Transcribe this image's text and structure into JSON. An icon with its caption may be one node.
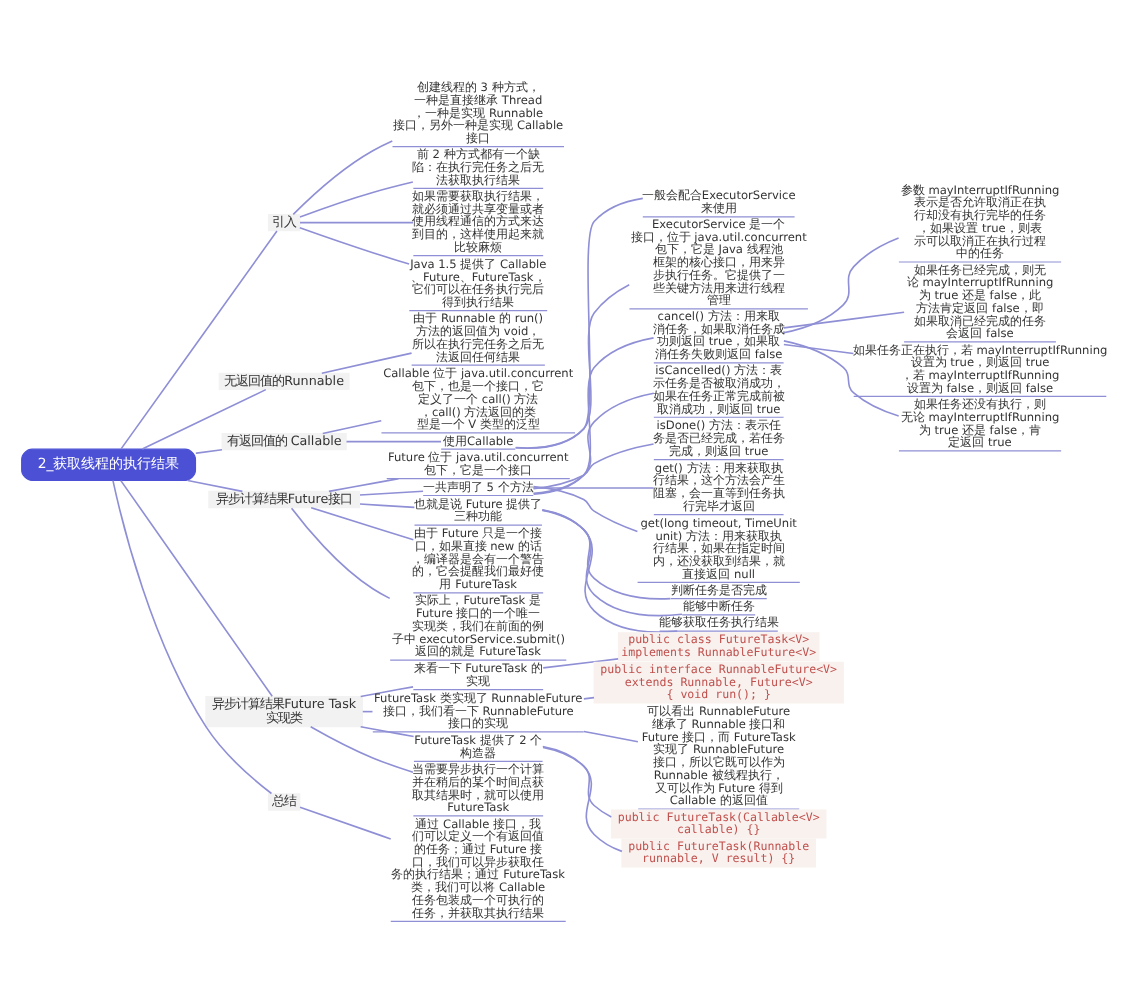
{
  "diagram": {
    "nodes": [
      {
        "text": [
          "2_获取线程的执行结果"
        ]
      },
      {
        "text": [
          "引入"
        ]
      },
      {
        "text": [
          "创建线程的 3 种方式，一种是直接继承 Thread，一种是实现 Runnable 接口，另外一种是实现 Callable 接口"
        ]
      },
      {
        "text": [
          "前 2 种方式都有一个缺陷：在执行完任务之后无法获取执行结果"
        ]
      },
      {
        "text": [
          "如果需要获取执行结果，就必须通过共享变量或者使用线程通信的方式来达到目的，这样使用起来就比较麻烦"
        ]
      },
      {
        "text": [
          "Java 1.5 提供了 Callable、Future、FutureTask，它们可以在任务执行完后得到执行结果"
        ]
      },
      {
        "text": [
          "无返回值的Runnable"
        ]
      },
      {
        "text": [
          "由于 Runnable 的 run() 方法的返回值为 void，所以在执行完任务之后无法返回任何结果"
        ]
      },
      {
        "text": [
          "有返回值的 Callable"
        ]
      },
      {
        "text": [
          "Callable 位于 java.util.concurrent 包下，也是一个接口，它定义了一个 call() 方法，call() 方法返回的类型是一个 V 类型的泛型"
        ]
      },
      {
        "text": [
          "使用Callable"
        ]
      },
      {
        "text": [
          "一般会配合ExecutorService来使用"
        ]
      },
      {
        "text": [
          "ExecutorService 是一个接口，位于 java.util.concurrent 包下，它是 Java 线程池框架的核心接口，用来异步执行任务。它提供了一些关键方法用来进行线程管理"
        ]
      },
      {
        "text": [
          "异步计算结果Future接口"
        ]
      },
      {
        "text": [
          "Future 位于 java.util.concurrent 包下，它是一个接口"
        ]
      },
      {
        "text": [
          "一共声明了 5 个方法"
        ]
      },
      {
        "text": [
          "cancel() 方法：用来取消任务，如果取消任务成功则返回 true，如果取消任务失败则返回 false"
        ]
      },
      {
        "text": [
          "参数 mayInterruptIfRunning 表示是否允许取消正在执行却没有执行完毕的任务，如果设置 true，则表示可以取消正在执行过程中的任务"
        ]
      },
      {
        "text": [
          "如果任务已经完成，则无论 mayInterruptIfRunning 为 true 还是 false，此方法肯定返回 false，即如果取消已经完成的任务会返回 false"
        ]
      },
      {
        "text": [
          "如果任务正在执行，若 mayInterruptIfRunning 设置为 true，则返回 true，若 mayInterruptIfRunning 设置为 false，则返回 false"
        ]
      },
      {
        "text": [
          "如果任务还没有执行，则无论 mayInterruptIfRunning 为 true 还是 false，肯定返回 true"
        ]
      },
      {
        "text": [
          "isCancelled() 方法：表示任务是否被取消成功，如果在任务正常完成前被取消成功，则返回 true"
        ]
      },
      {
        "text": [
          "isDone() 方法：表示任务是否已经完成，若任务完成，则返回 true"
        ]
      },
      {
        "text": [
          "get() 方法：用来获取执行结果，这个方法会产生阻塞，会一直等到任务执行完毕才返回"
        ]
      },
      {
        "text": [
          "get(long timeout, TimeUnit unit) 方法：用来获取执行结果，如果在指定时间内，还没获取到结果，就直接返回 null"
        ]
      },
      {
        "text": [
          "也就是说 Future 提供了三种功能"
        ]
      },
      {
        "text": [
          "判断任务是否完成"
        ]
      },
      {
        "text": [
          "能够中断任务"
        ]
      },
      {
        "text": [
          "能够获取任务执行结果"
        ]
      },
      {
        "text": [
          "由于 Future 只是一个接口，如果直接 new 的话，编译器是会有一个警告的，它会提醒我们最好使用 FutureTask"
        ]
      },
      {
        "text": [
          "实际上，FutureTask 是 Future 接口的一个唯一实现类，我们在前面的例子中 executorService.submit() 返回的就是 FutureTask"
        ]
      },
      {
        "text": [
          "异步计算结果Future Task实现类"
        ]
      },
      {
        "text": [
          "来看一下 FutureTask 的实现"
        ]
      },
      {
        "text": [
          "public class FutureTask<V> implements RunnableFuture<V>"
        ]
      },
      {
        "text": [
          "FutureTask 类实现了 RunnableFuture 接口，我们看一下 RunnableFuture 接口的实现"
        ]
      },
      {
        "text": [
          "public interface RunnableFuture<V> extends Runnable, Future<V> { void run(); }"
        ]
      },
      {
        "text": [
          "可以看出 RunnableFuture 继承了 Runnable 接口和 Future 接口，而 FutureTask 实现了 RunnableFuture 接口，所以它既可以作为 Runnable 被线程执行，又可以作为 Future 得到 Callable 的返回值"
        ]
      },
      {
        "text": [
          "FutureTask 提供了 2 个构造器"
        ]
      },
      {
        "text": [
          "public FutureTask(Callable<V> callable) {}"
        ]
      },
      {
        "text": [
          "public FutureTask(Runnable runnable, V result) {}"
        ]
      },
      {
        "text": [
          "当需要异步执行一个计算并在稍后的某个时间点获取其结果时，就可以使用 FutureTask"
        ]
      },
      {
        "text": [
          "总结"
        ]
      },
      {
        "text": [
          "通过 Callable 接口，我们可以定义一个有返回值的任务；通过 Future 接口，我们可以异步获取任务的执行结果；通过 FutureTask 类，我们可以将 Callable 任务包装成一个可执行的任务，并获取其执行结果"
        ]
      }
    ],
    "edges": [
      {
        "from": 0,
        "to": 1,
        "arrow": "none"
      },
      {
        "from": 1,
        "to": 2,
        "arrow": "none"
      },
      {
        "from": 1,
        "to": 3,
        "arrow": "none"
      },
      {
        "from": 1,
        "to": 4,
        "arrow": "none"
      },
      {
        "from": 1,
        "to": 5,
        "arrow": "none"
      },
      {
        "from": 0,
        "to": 6,
        "arrow": "none"
      },
      {
        "from": 6,
        "to": 7,
        "arrow": "none"
      },
      {
        "from": 0,
        "to": 8,
        "arrow": "none"
      },
      {
        "from": 8,
        "to": 9,
        "arrow": "none"
      },
      {
        "from": 8,
        "to": 10,
        "arrow": "none"
      },
      {
        "from": 10,
        "to": 11,
        "arrow": "none"
      },
      {
        "from": 10,
        "to": 12,
        "arrow": "none"
      },
      {
        "from": 0,
        "to": 13,
        "arrow": "none"
      },
      {
        "from": 13,
        "to": 14,
        "arrow": "none"
      },
      {
        "from": 13,
        "to": 15,
        "arrow": "none"
      },
      {
        "from": 15,
        "to": 16,
        "arrow": "none"
      },
      {
        "from": 16,
        "to": 17,
        "arrow": "none"
      },
      {
        "from": 16,
        "to": 18,
        "arrow": "none"
      },
      {
        "from": 16,
        "to": 19,
        "arrow": "none"
      },
      {
        "from": 16,
        "to": 20,
        "arrow": "none"
      },
      {
        "from": 15,
        "to": 21,
        "arrow": "none"
      },
      {
        "from": 15,
        "to": 22,
        "arrow": "none"
      },
      {
        "from": 15,
        "to": 23,
        "arrow": "none"
      },
      {
        "from": 15,
        "to": 24,
        "arrow": "none"
      },
      {
        "from": 13,
        "to": 25,
        "arrow": "none"
      },
      {
        "from": 25,
        "to": 26,
        "arrow": "none"
      },
      {
        "from": 25,
        "to": 27,
        "arrow": "none"
      },
      {
        "from": 25,
        "to": 28,
        "arrow": "none"
      },
      {
        "from": 13,
        "to": 29,
        "arrow": "none"
      },
      {
        "from": 13,
        "to": 30,
        "arrow": "none"
      },
      {
        "from": 0,
        "to": 31,
        "arrow": "none"
      },
      {
        "from": 31,
        "to": 32,
        "arrow": "none"
      },
      {
        "from": 32,
        "to": 33,
        "arrow": "none"
      },
      {
        "from": 31,
        "to": 34,
        "arrow": "none"
      },
      {
        "from": 34,
        "to": 35,
        "arrow": "none"
      },
      {
        "from": 34,
        "to": 36,
        "arrow": "none"
      },
      {
        "from": 31,
        "to": 37,
        "arrow": "none"
      },
      {
        "from": 37,
        "to": 38,
        "arrow": "none"
      },
      {
        "from": 37,
        "to": 39,
        "arrow": "none"
      },
      {
        "from": 31,
        "to": 40,
        "arrow": "none"
      },
      {
        "from": 0,
        "to": 41,
        "arrow": "none"
      },
      {
        "from": 41,
        "to": 42,
        "arrow": "none"
      }
    ]
  }
}
